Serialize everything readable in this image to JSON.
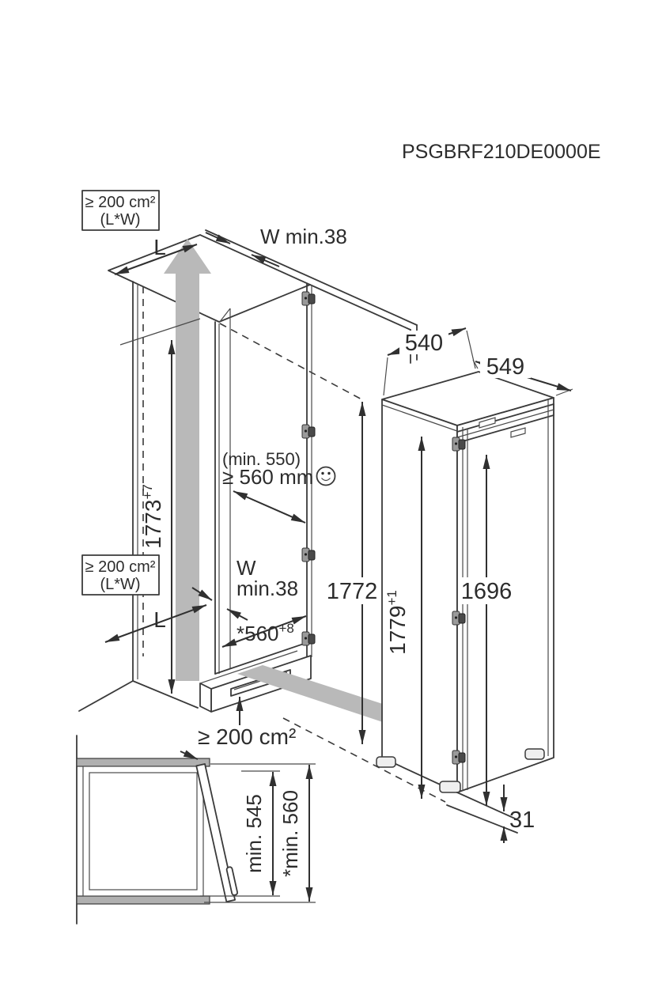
{
  "title": "PSGBRF210DE0000E",
  "colors": {
    "line": "#3a3a3a",
    "text": "#2c2c2c",
    "airflow_gray": "#b9b9b9",
    "background": "#ffffff"
  },
  "icons": {
    "niche_depth_mood": "smiley-face",
    "airflow": "up-arrow-band"
  },
  "ventilation": {
    "top_box": {
      "line1": "≥ 200 cm²",
      "line2": "(L*W)"
    },
    "mid_box": {
      "line1": "≥ 200 cm²",
      "line2": "(L*W)"
    },
    "bottom_label": "≥ 200 cm²"
  },
  "niche": {
    "length_top": "L",
    "length_bottom": "L",
    "wall_width_top": "W min.38",
    "wall_width_bottom_line1": "W",
    "wall_width_bottom_line2": "min.38",
    "depth_note": "(min. 550)",
    "depth": "≥ 560 mm",
    "height": {
      "value": "1773",
      "tolerance": "+7"
    },
    "height_right": "1772",
    "install_depth": {
      "value": "*560",
      "tolerance": "+8"
    }
  },
  "appliance": {
    "top_depth": "540",
    "top_width": "549",
    "height": {
      "value": "1779",
      "tolerance": "+1"
    },
    "door_height": "1696",
    "plinth_gap": "31"
  },
  "top_view": {
    "depth_min": "min. 545",
    "depth_total": "*min. 560"
  }
}
